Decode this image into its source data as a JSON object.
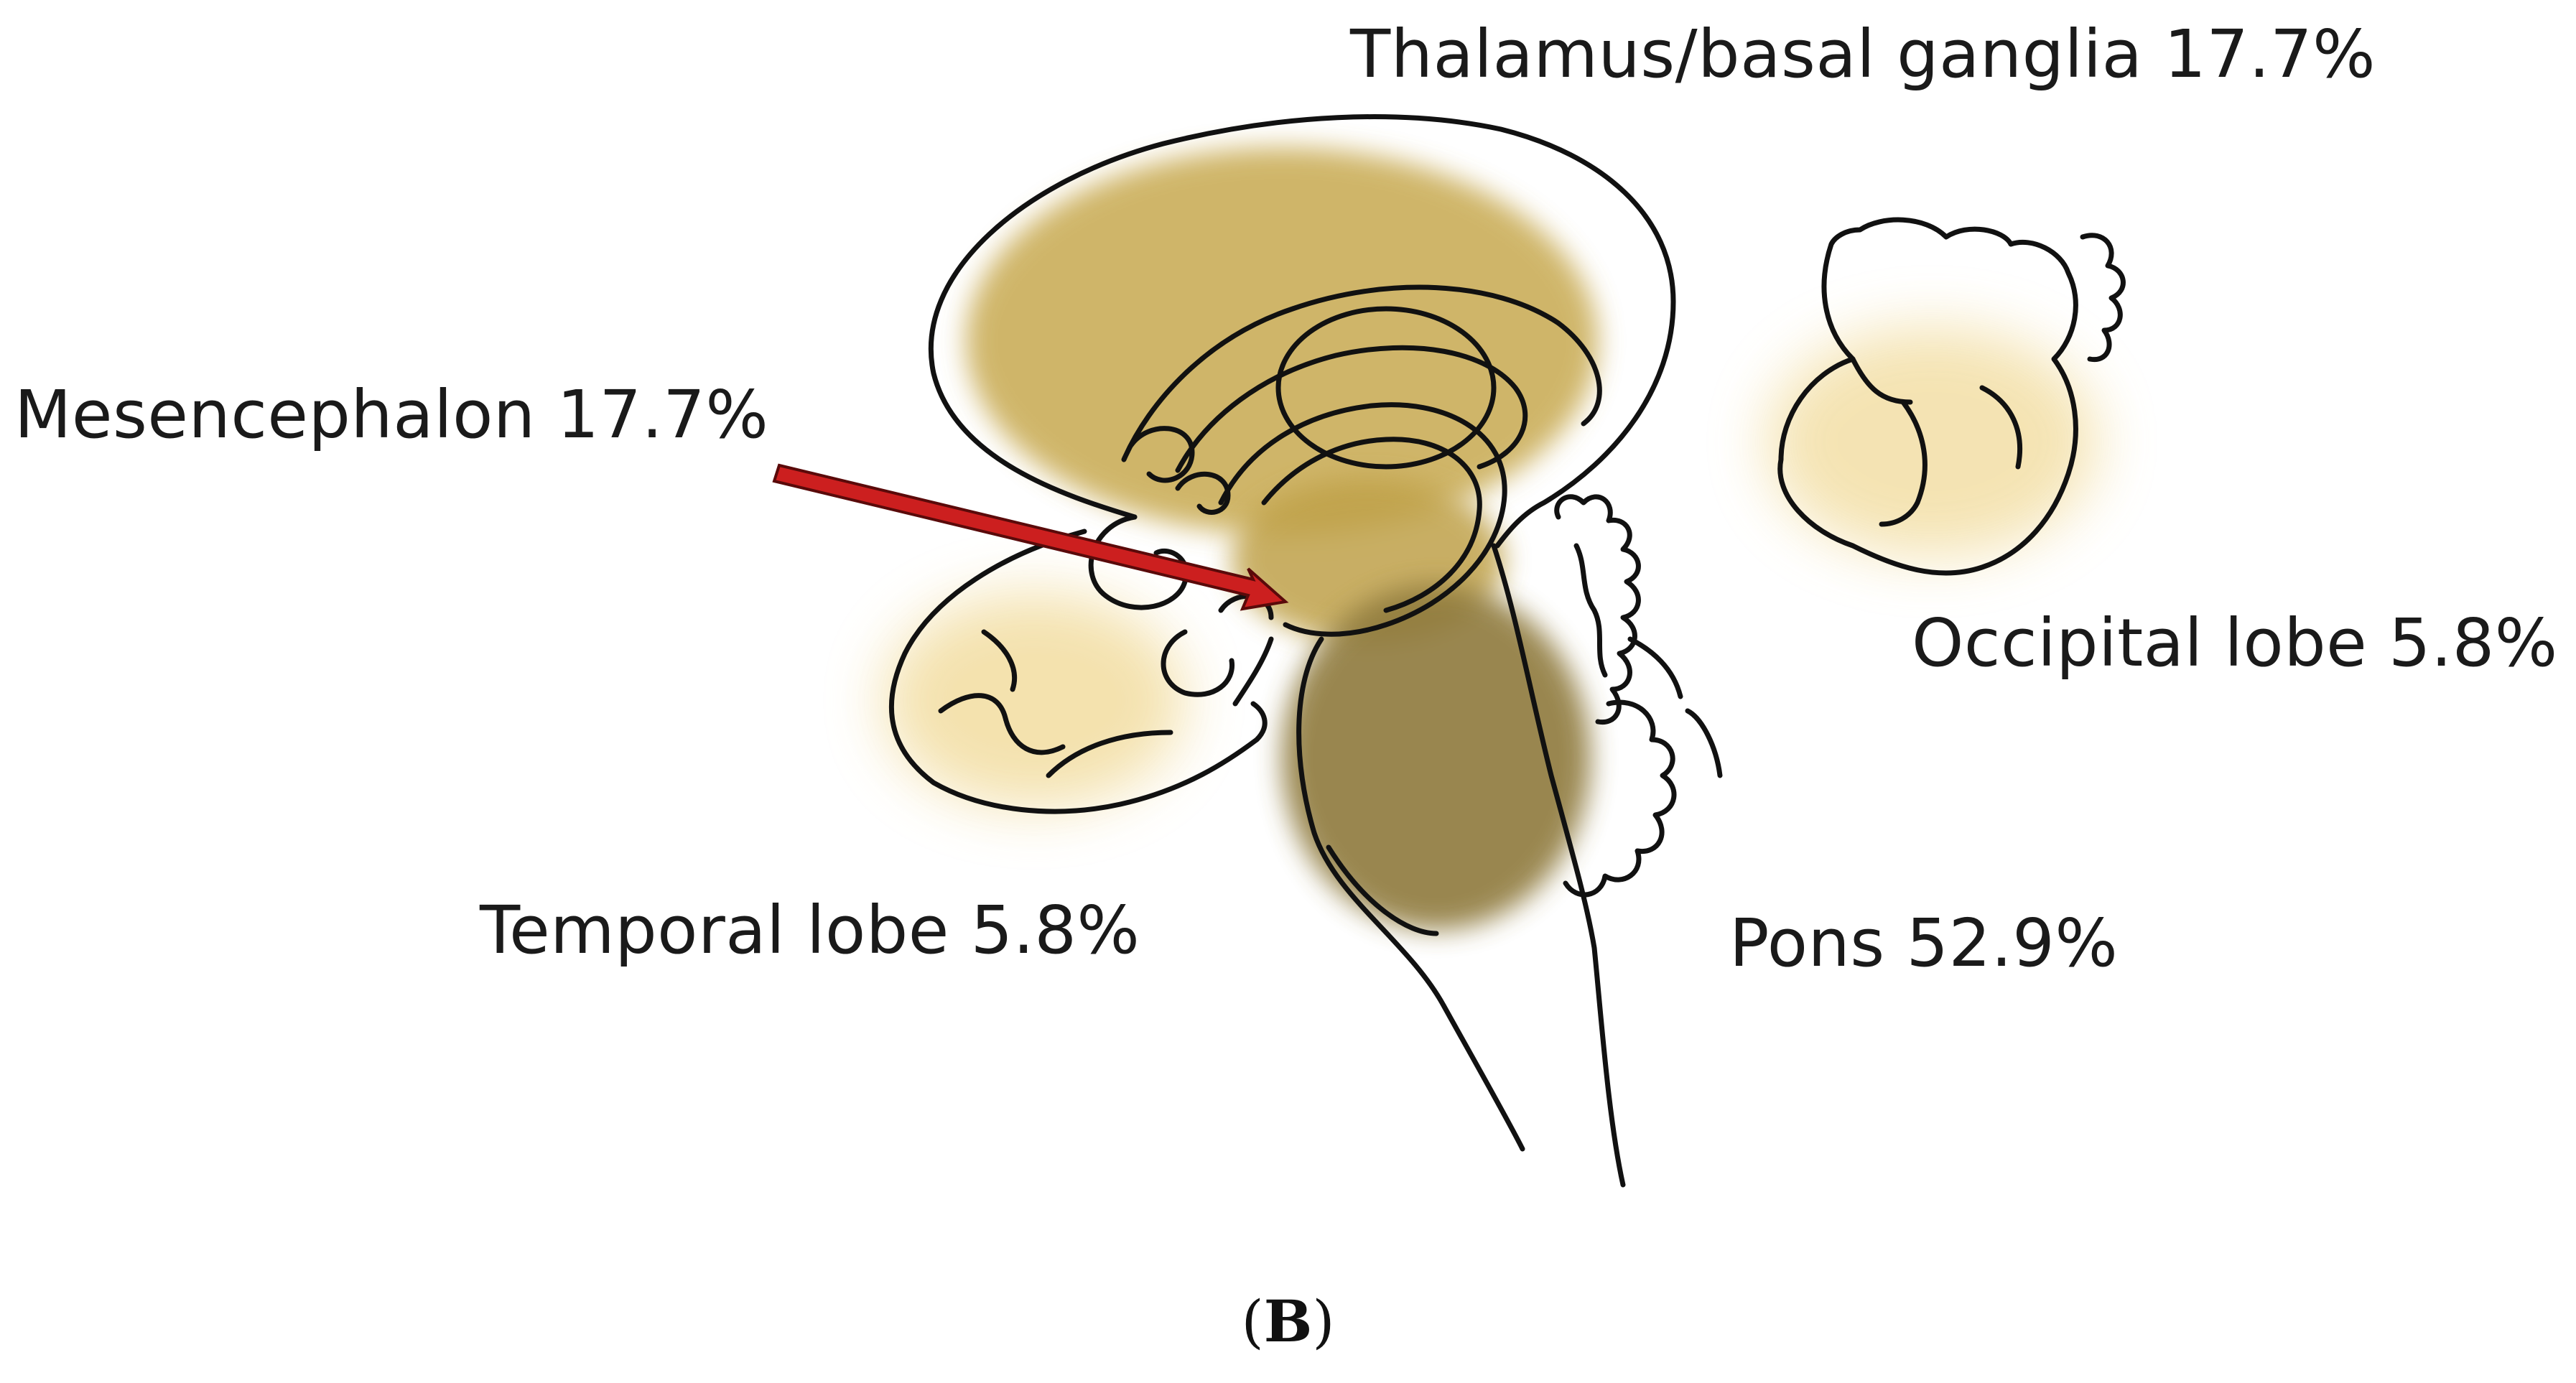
{
  "regions": [
    {
      "key": "thalamus",
      "label": "Thalamus/basal ganglia 17.7%",
      "percent": 17.7
    },
    {
      "key": "mesencephalon",
      "label": "Mesencephalon 17.7%",
      "percent": 17.7
    },
    {
      "key": "occipital",
      "label": "Occipital lobe 5.8%",
      "percent": 5.8
    },
    {
      "key": "temporal",
      "label": "Temporal lobe 5.8%",
      "percent": 5.8
    },
    {
      "key": "pons",
      "label": "Pons 52.9%",
      "percent": 52.9
    }
  ],
  "panel": {
    "letter": "B",
    "open": "(",
    "close": ")"
  },
  "colors": {
    "outline": "#111111",
    "thalamus_fill": "#c7a94f",
    "mesencephalon_fill": "#bfa14a",
    "pons_fill": "#8f7a3c",
    "lobe_fill": "#f3dfa6",
    "arrow": "#cc1f1f",
    "arrow_edge": "#5a0a0a"
  }
}
